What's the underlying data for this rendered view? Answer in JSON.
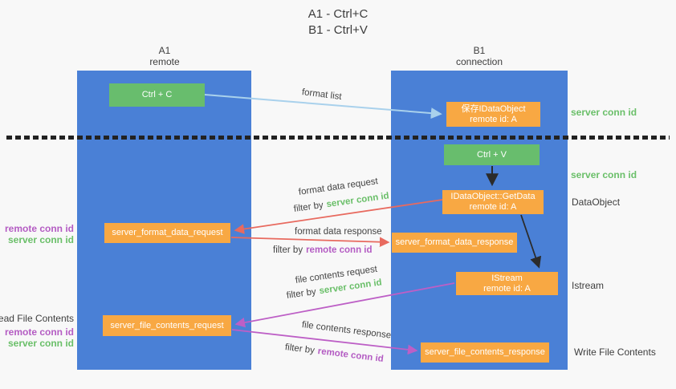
{
  "title": {
    "line1": "A1 - Ctrl+C",
    "line2": "B1 - Ctrl+V"
  },
  "lanes": {
    "left": {
      "name": "A1",
      "role": "remote"
    },
    "right": {
      "name": "B1",
      "role": "connection"
    }
  },
  "boxes": {
    "ctrl_c": {
      "label": "Ctrl + C"
    },
    "save_dataobject": {
      "line1": "保存IDataObject",
      "line2": "remote id: A"
    },
    "ctrl_v": {
      "label": "Ctrl + V"
    },
    "getdata": {
      "line1": "IDataObject::GetData",
      "line2": "remote id: A"
    },
    "format_request": {
      "label": "server_format_data_request"
    },
    "format_response": {
      "label": "server_format_data_response"
    },
    "istream": {
      "line1": "IStream",
      "line2": "remote id: A"
    },
    "file_request": {
      "label": "server_file_contents_request"
    },
    "file_response": {
      "label": "server_file_contents_response"
    }
  },
  "arrow_labels": {
    "format_list": "format list",
    "format_data_request": "format data request",
    "format_data_response": "format data response",
    "file_contents_request": "file contents request",
    "file_contents_response": "file contents response",
    "filter_by": "filter by",
    "server_conn_id": "server conn id",
    "remote_conn_id": "remote conn id"
  },
  "side_labels": {
    "server_conn_id_top": "server conn id",
    "server_conn_id_mid": "server conn id",
    "dataobject": "DataObject",
    "istream": "Istream",
    "write_file_contents": "Write File Contents",
    "read_file_contents": "Read File Contents",
    "remote_conn_id": "remote conn id",
    "server_conn_id": "server conn id"
  },
  "colors": {
    "lane_blue": "#4a80d6",
    "box_green": "#68bd6d",
    "box_orange": "#f8a843",
    "arrow_lightblue": "#a9d1ec",
    "arrow_red": "#e86a5f",
    "arrow_magenta": "#bd5fc6",
    "arrow_black": "#2b2b2b",
    "label_green": "#6abf69",
    "label_purple": "#b45cc3",
    "text_dark": "#3d3d3d",
    "background": "#f8f8f8"
  }
}
